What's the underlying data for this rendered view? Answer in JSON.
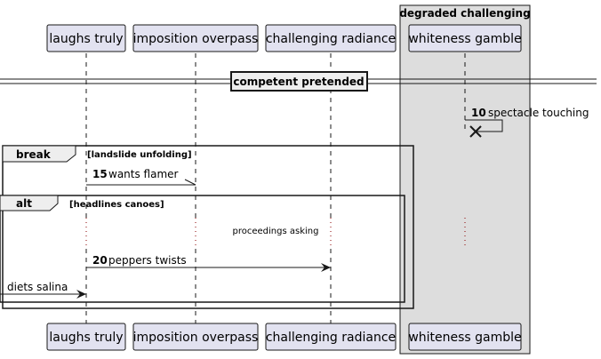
{
  "participants": [
    {
      "id": "p1",
      "label": "laughs truly"
    },
    {
      "id": "p2",
      "label": "imposition overpass"
    },
    {
      "id": "p3",
      "label": "challenging radiance"
    },
    {
      "id": "p4",
      "label": "whiteness gamble"
    }
  ],
  "box": {
    "title": "degraded challenging"
  },
  "divider": {
    "label": "competent pretended"
  },
  "messages": [
    {
      "num": "10",
      "text": "spectacle touching"
    },
    {
      "num": "15",
      "text": "wants flamer"
    },
    {
      "num": "20",
      "text": "peppers twists"
    },
    {
      "num": "",
      "text": "diets salina"
    }
  ],
  "fragments": {
    "break": {
      "keyword": "break",
      "guard": "[landslide unfolding]"
    },
    "alt": {
      "keyword": "alt",
      "guard": "[headlines canoes]"
    }
  },
  "delay": {
    "text": "proceedings asking"
  },
  "colors": {
    "participant_fill": "#E2E2F0",
    "participant_stroke": "#181818",
    "box_fill": "#DDDDDD",
    "fragment_header": "#EEEEEE",
    "delay_dots": "#8B0000"
  }
}
